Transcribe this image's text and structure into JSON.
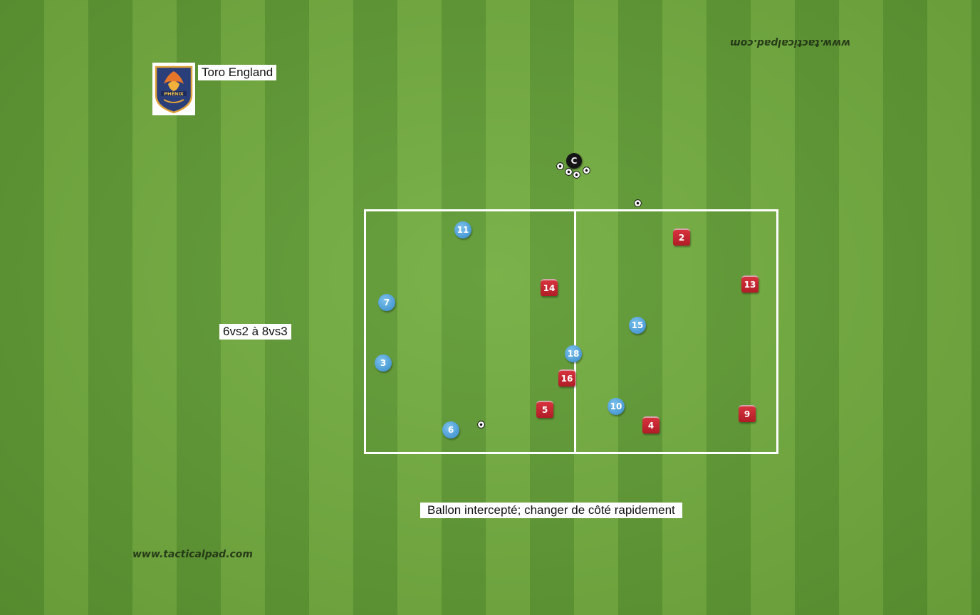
{
  "team": {
    "name": "Toro England",
    "logo_text": "PHÉNIX"
  },
  "drill": {
    "format_label": "6vs2 à 8vs3",
    "instruction": "Ballon intercepté; changer de côté rapidement"
  },
  "watermark": {
    "text": "www.tacticalpad.com"
  },
  "colors": {
    "pitch_light": "#73ad3f",
    "pitch_dark": "#5f9a33",
    "blue_team": "#4a9ad4",
    "red_team": "#c0232d",
    "lines": "#ffffff"
  },
  "coach": {
    "symbol": "C"
  },
  "blue_players": {
    "p11": "11",
    "p7": "7",
    "p3": "3",
    "p6": "6",
    "p18": "18",
    "p15": "15",
    "p10": "10"
  },
  "red_players": {
    "p14": "14",
    "p16": "16",
    "p5": "5",
    "p2": "2",
    "p13": "13",
    "p4": "4",
    "p9": "9"
  },
  "icons": {
    "ball": "soccer-ball-icon",
    "logo": "phoenix-crest-icon"
  }
}
